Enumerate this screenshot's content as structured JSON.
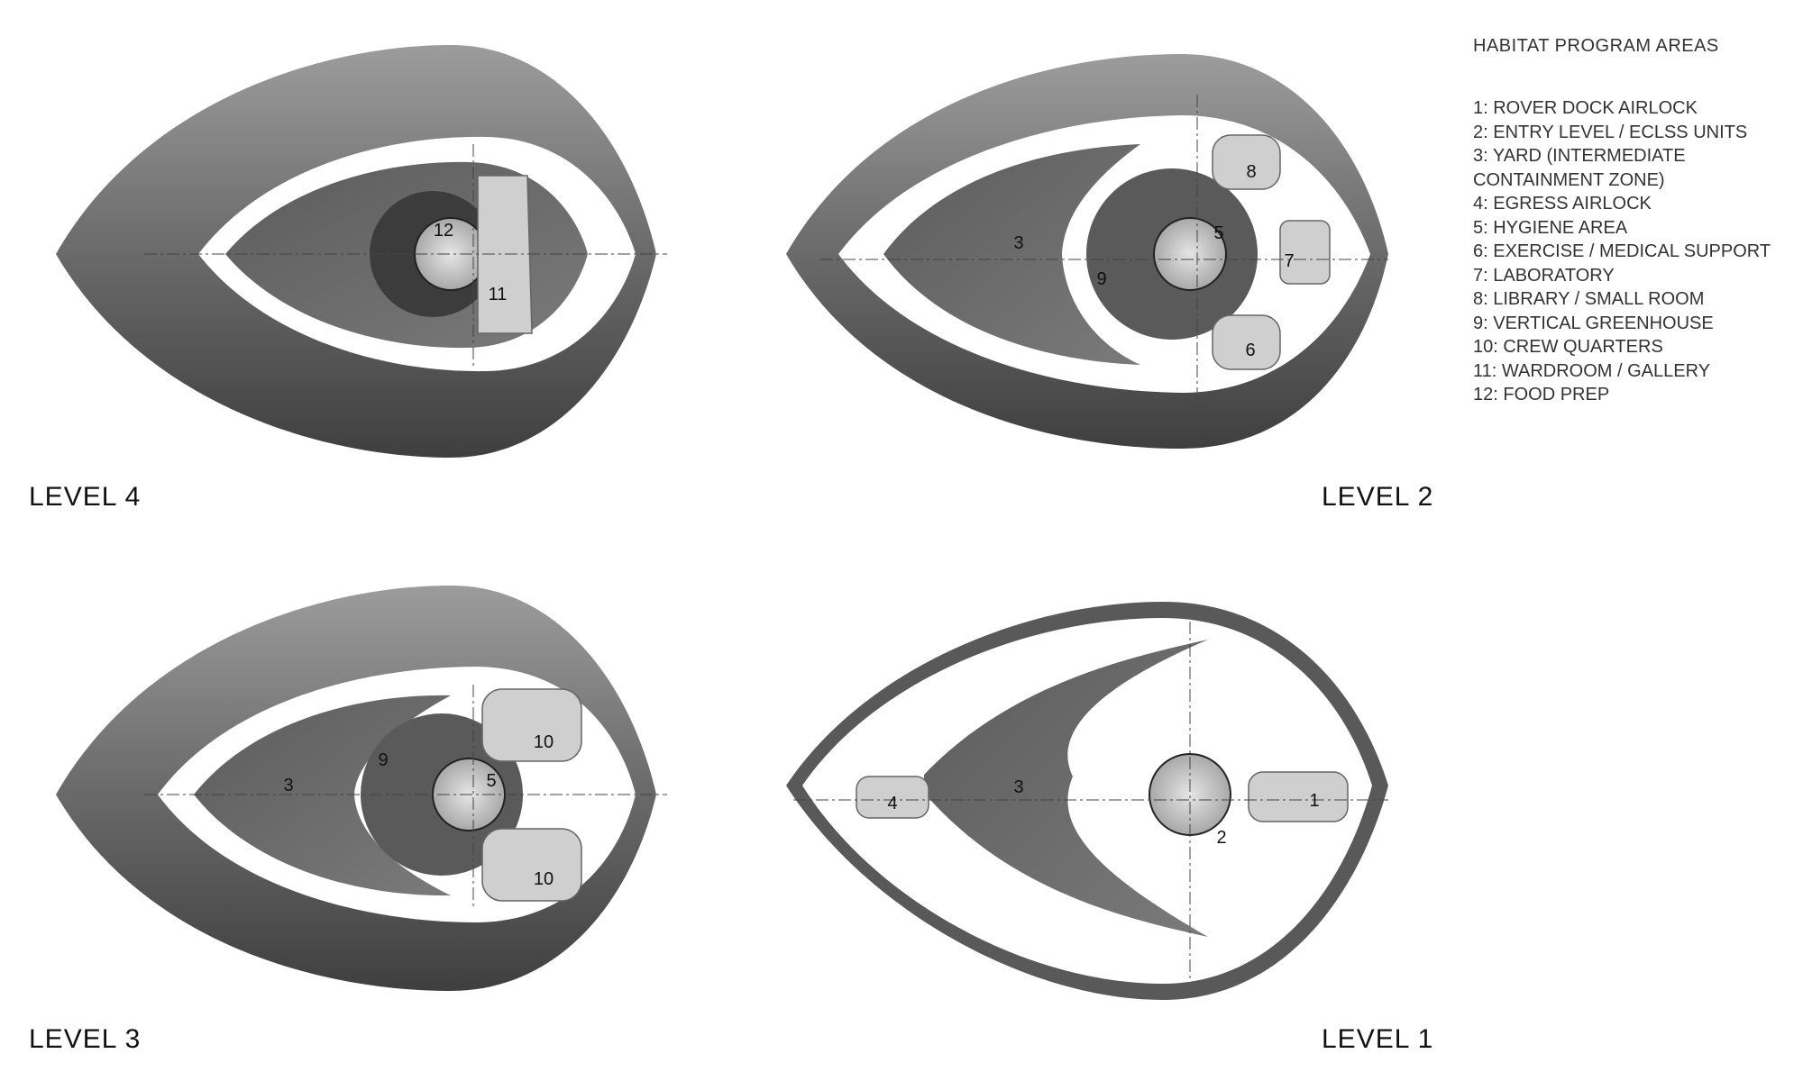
{
  "legend": {
    "title": "HABITAT PROGRAM AREAS",
    "items": [
      "1: ROVER DOCK AIRLOCK",
      "2: ENTRY LEVEL / ECLSS UNITS",
      "3: YARD (INTERMEDIATE\nCONTAINMENT ZONE)",
      "4: EGRESS AIRLOCK",
      "5: HYGIENE AREA",
      "6: EXERCISE / MEDICAL SUPPORT",
      "7: LABORATORY",
      "8: LIBRARY / SMALL ROOM",
      "9: VERTICAL GREENHOUSE",
      "10: CREW QUARTERS",
      "11: WARDROOM / GALLERY",
      "12: FOOD PREP"
    ]
  },
  "levels": {
    "level4": {
      "label": "LEVEL 4",
      "tags": [
        "12",
        "11"
      ]
    },
    "level2": {
      "label": "LEVEL 2",
      "tags": [
        "8",
        "3",
        "5",
        "7",
        "9",
        "6"
      ]
    },
    "level3": {
      "label": "LEVEL 3",
      "tags": [
        "10",
        "3",
        "9",
        "5",
        "10"
      ]
    },
    "level1": {
      "label": "LEVEL 1",
      "tags": [
        "3",
        "4",
        "1",
        "2"
      ]
    }
  },
  "colors": {
    "shell_dark": "#4a4a4a",
    "shell_mid": "#6e6e6e",
    "shell_light": "#9a9a9a",
    "core_fill": "#d2d2d2",
    "pod_fill": "#cfcfcf"
  }
}
